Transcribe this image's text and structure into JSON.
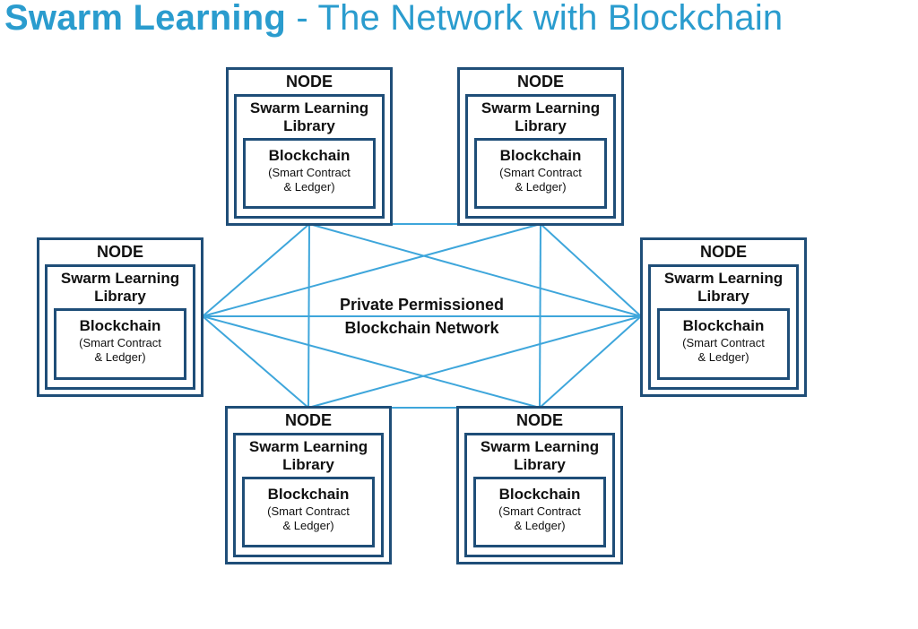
{
  "title": {
    "bold": "Swarm Learning",
    "separator": " - ",
    "rest": "The Network with Blockchain"
  },
  "center_label": {
    "line1": "Private Permissioned",
    "line2": "Blockchain Network"
  },
  "nodes": [
    {
      "id": "top-left",
      "title": "NODE",
      "library_line1": "Swarm Learning",
      "library_line2": "Library",
      "blockchain_title": "Blockchain",
      "blockchain_sub_line1": "(Smart Contract",
      "blockchain_sub_line2": "& Ledger)"
    },
    {
      "id": "top-right",
      "title": "NODE",
      "library_line1": "Swarm Learning",
      "library_line2": "Library",
      "blockchain_title": "Blockchain",
      "blockchain_sub_line1": "(Smart Contract",
      "blockchain_sub_line2": "& Ledger)"
    },
    {
      "id": "left",
      "title": "NODE",
      "library_line1": "Swarm Learning",
      "library_line2": "Library",
      "blockchain_title": "Blockchain",
      "blockchain_sub_line1": "(Smart Contract",
      "blockchain_sub_line2": "& Ledger)"
    },
    {
      "id": "right",
      "title": "NODE",
      "library_line1": "Swarm Learning",
      "library_line2": "Library",
      "blockchain_title": "Blockchain",
      "blockchain_sub_line1": "(Smart Contract",
      "blockchain_sub_line2": "& Ledger)"
    },
    {
      "id": "bottom-left",
      "title": "NODE",
      "library_line1": "Swarm Learning",
      "library_line2": "Library",
      "blockchain_title": "Blockchain",
      "blockchain_sub_line1": "(Smart Contract",
      "blockchain_sub_line2": "& Ledger)"
    },
    {
      "id": "bottom-right",
      "title": "NODE",
      "library_line1": "Swarm Learning",
      "library_line2": "Library",
      "blockchain_title": "Blockchain",
      "blockchain_sub_line1": "(Smart Contract",
      "blockchain_sub_line2": "& Ledger)"
    }
  ],
  "connections": [
    [
      "left",
      "top-left"
    ],
    [
      "left",
      "top-right"
    ],
    [
      "left",
      "right"
    ],
    [
      "left",
      "bottom-left"
    ],
    [
      "left",
      "bottom-right"
    ],
    [
      "right",
      "top-left"
    ],
    [
      "right",
      "top-right"
    ],
    [
      "right",
      "bottom-left"
    ],
    [
      "right",
      "bottom-right"
    ],
    [
      "top-left",
      "top-right"
    ],
    [
      "top-left",
      "bottom-left"
    ],
    [
      "top-right",
      "bottom-right"
    ],
    [
      "bottom-left",
      "bottom-right"
    ]
  ],
  "colors": {
    "title": "#2A9CCE",
    "node_border": "#1F4E78",
    "connection_line": "#3EA6DB",
    "text": "#111111",
    "background": "#FFFFFF"
  }
}
